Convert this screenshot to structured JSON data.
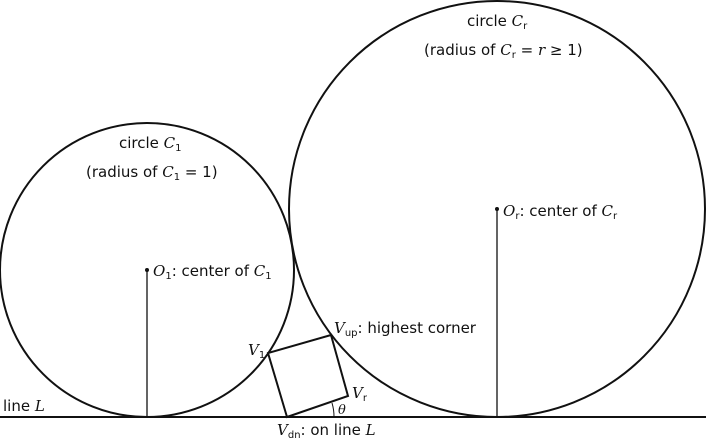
{
  "diagram": {
    "circle_1": {
      "title_text": "circle ",
      "title_var": "C",
      "title_sub": "1",
      "radius_open": "(radius of ",
      "radius_var": "C",
      "radius_sub": "1",
      "radius_rest": " = 1)"
    },
    "circle_r": {
      "title_text": "circle ",
      "title_var": "C",
      "title_sub": "r",
      "radius_open": "(radius of ",
      "radius_var": "C",
      "radius_sub": "r",
      "radius_mid": " = ",
      "radius_r": "r",
      "radius_rest": " ≥ 1)"
    },
    "center_1": {
      "var": "O",
      "sub": "1",
      "text": ": center of ",
      "ref_var": "C",
      "ref_sub": "1"
    },
    "center_r": {
      "var": "O",
      "sub": "r",
      "text": ": center of ",
      "ref_var": "C",
      "ref_sub": "r"
    },
    "vertex_1": {
      "var": "V",
      "sub": "1"
    },
    "vertex_up": {
      "var": "V",
      "sub": "up",
      "text": ": highest corner"
    },
    "vertex_r": {
      "var": "V",
      "sub": "r"
    },
    "vertex_dn": {
      "var": "V",
      "sub": "dn",
      "text": ": on line ",
      "line_var": "L"
    },
    "line": {
      "text": "line ",
      "var": "L"
    },
    "angle": {
      "symbol": "θ"
    },
    "colors": {
      "stroke": "#111111",
      "background": "#ffffff"
    }
  }
}
